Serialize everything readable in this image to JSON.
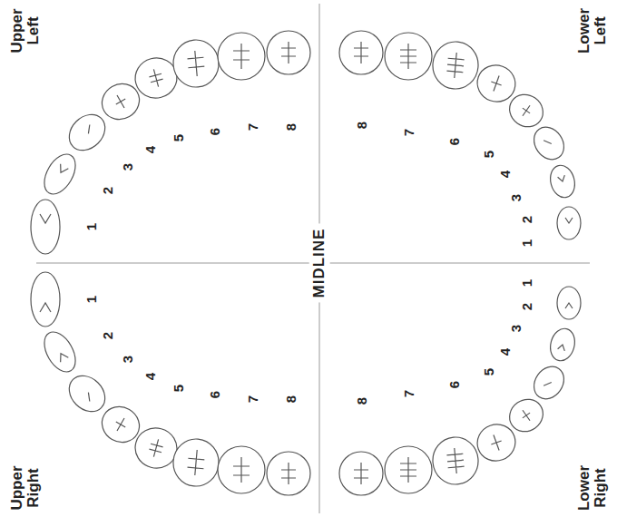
{
  "diagram": {
    "labels": [
      "Upper Left",
      "1",
      "2",
      "3",
      "4",
      "5",
      "6",
      "7",
      "8",
      "Upper Right",
      "1",
      "2",
      "3",
      "4",
      "5",
      "6",
      "7",
      "8",
      "Lower Left",
      "1",
      "2",
      "3",
      "4",
      "5",
      "6",
      "7",
      "8",
      "Lower Right",
      "1",
      "2",
      "3",
      "4",
      "5",
      "6",
      "7",
      "8",
      "MIDLINE"
    ]
  }
}
